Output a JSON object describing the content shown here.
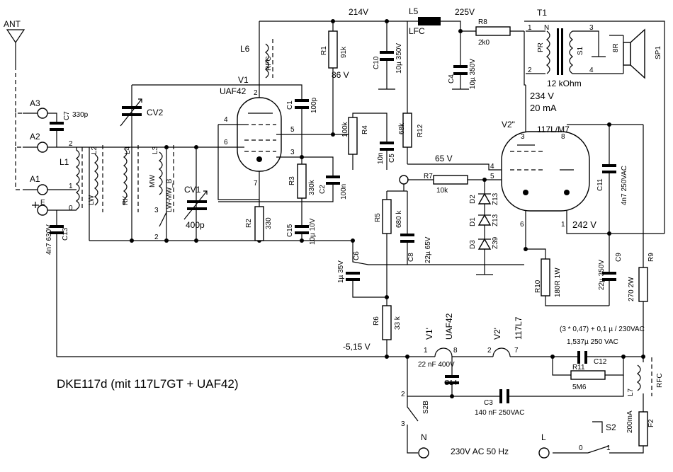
{
  "title": "DKE117d (mit 117L7GT + UAF42)",
  "mains_label": "230V AC 50 Hz",
  "c_formula": "(3 * 0,47) + 0,1 µ / 230VAC",
  "voltages": {
    "v214": "214V",
    "v225": "225V",
    "v86": "86 V",
    "v65": "65 V",
    "v234": "234 V",
    "i20": "20 mA",
    "v242": "242 V",
    "vneg": "-5,15 V"
  },
  "antenna": {
    "ant": "ANT",
    "a3": "A3",
    "a2": "A2",
    "a1": "A1",
    "e": "E"
  },
  "tubes": {
    "v1": "V1",
    "v1_type": "UAF42",
    "v2": "V2\"",
    "v2_type": "117L/M7",
    "v1h": "V1'",
    "v1h_type": "UAF42",
    "v2h": "V2'",
    "v2h_type": "117L7"
  },
  "components": {
    "c7": "C7",
    "c7v": "330p",
    "c13": "C13",
    "c13v": "4n7 630V",
    "l1": "L1",
    "l2": "L2",
    "lw": "LW",
    "l4": "L4",
    "rk": "RK",
    "l3": "L3",
    "mw": "MW",
    "lwmwb": "LW-MW_B",
    "cv2": "CV2",
    "cv1": "CV1",
    "cv1v": "400p",
    "l6": "L6",
    "rfc": "RFC",
    "l5": "L5",
    "lfc": "LFC",
    "r1": "R1",
    "r1v": "91k",
    "c10": "C10",
    "c10v": "10µ 350V",
    "c4": "C4",
    "c4v": "10µ 350V",
    "r8": "R8",
    "r8v": "2k0",
    "t1": "T1",
    "t1n": "N",
    "t1pr": "PR",
    "t1s1": "S1",
    "t1imp": "12 kOhm",
    "sp1": "SP1",
    "sp1v": "8R",
    "c1": "C1",
    "c1v": "100p",
    "r3": "R3",
    "r3v": "330k",
    "c2": "C2",
    "c2v": "100n",
    "r2": "R2",
    "r2v": "330",
    "c15": "C15",
    "c15v": "10µ 10V",
    "r4": "R4",
    "r4v": "100k",
    "c5": "C5",
    "c5v": "10n",
    "r12": "R12",
    "r12v": "68k",
    "r7": "R7",
    "r7v": "10k",
    "r5": "R5",
    "r5v": "680 k",
    "c8": "C8",
    "c8v": "22µ 65V",
    "c6": "C6",
    "c6v": "1µ 35V",
    "r6": "R6",
    "r6v": "33 k",
    "d1": "D1",
    "d2": "D2",
    "d3": "D3",
    "z13a": "Z13",
    "z13b": "Z13",
    "z39": "Z39",
    "r10": "R10",
    "r10v": "180R 1W",
    "c11": "C11",
    "c11v": "4n7 250VAC",
    "c9": "C9",
    "c9v": "22µ 350V",
    "r9": "R9",
    "r9v": "270 2W",
    "c12": "C12",
    "c12v": "1,537µ 250 VAC",
    "r11": "R11",
    "r11v": "5M6",
    "l7": "L7",
    "l7rfc": "RFC",
    "c14": "C14",
    "c14v": "22 nF 400V",
    "c3": "C3",
    "c3v": "140 nF 250VAC",
    "s2b": "S2B",
    "s2": "S2",
    "f2": "F2",
    "f2v": "200mA",
    "n": "N",
    "l": "L"
  },
  "pins": {
    "p1": "1",
    "p2": "2",
    "p3": "3",
    "p4": "4",
    "p5": "5",
    "p6": "6",
    "p7": "7",
    "p8": "8",
    "p0": "0"
  }
}
